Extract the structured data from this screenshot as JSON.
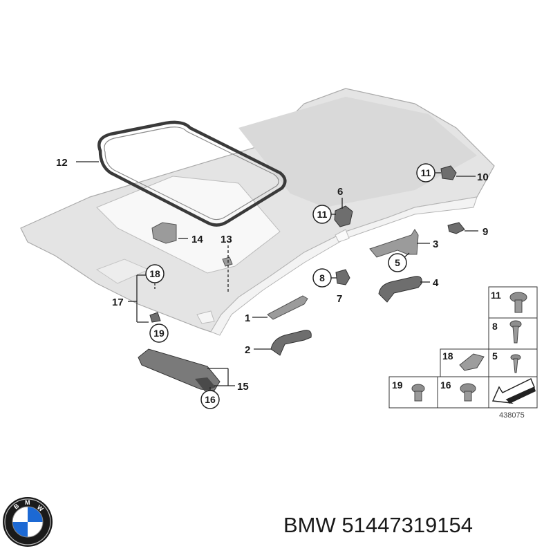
{
  "callouts": {
    "c1": "1",
    "c2": "2",
    "c3": "3",
    "c4": "4",
    "c5": "5",
    "c6": "6",
    "c7": "7",
    "c8": "8",
    "c9": "9",
    "c10": "10",
    "c11a": "11",
    "c11b": "11",
    "c12": "12",
    "c13": "13",
    "c14": "14",
    "c15": "15",
    "c16": "16",
    "c17": "17",
    "c18": "18",
    "c19": "19"
  },
  "legend": {
    "r11": "11",
    "r8": "8",
    "r18": "18",
    "r5": "5",
    "r19": "19",
    "r16": "16"
  },
  "diagram_id": "438075",
  "footer": {
    "brand_text": "BMW 51447319154"
  },
  "colors": {
    "bmw_blue": "#1c69d4",
    "headliner": "#e6e6e6",
    "line": "#222222"
  }
}
